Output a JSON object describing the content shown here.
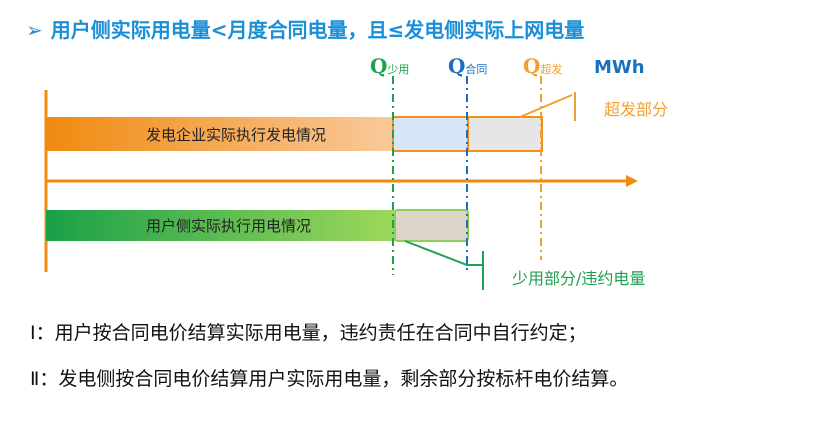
{
  "title": {
    "arrow": "➢",
    "text": "用户侧实际用电量<月度合同电量，且≤发电侧实际上网电量"
  },
  "q_labels": [
    {
      "q": "Q",
      "sub": "少用",
      "color": "#1fa050"
    },
    {
      "q": "Q",
      "sub": "合同",
      "color": "#1a6fc0"
    },
    {
      "q": "Q",
      "sub": "超发",
      "color": "#f0a030"
    }
  ],
  "unit": "MWh",
  "bars": {
    "gen": "发电企业实际执行发电情况",
    "user": "用户侧实际执行用电情况"
  },
  "annotations": {
    "excess": "超发部分",
    "shortfall": "少用部分/违约电量"
  },
  "notes": [
    "Ⅰ：用户按合同电价结算实际用电量，违约责任在合同中自行约定；",
    "Ⅱ：发电侧按合同电价结算用户实际用电量，剩余部分按标杆电价结算。"
  ]
}
